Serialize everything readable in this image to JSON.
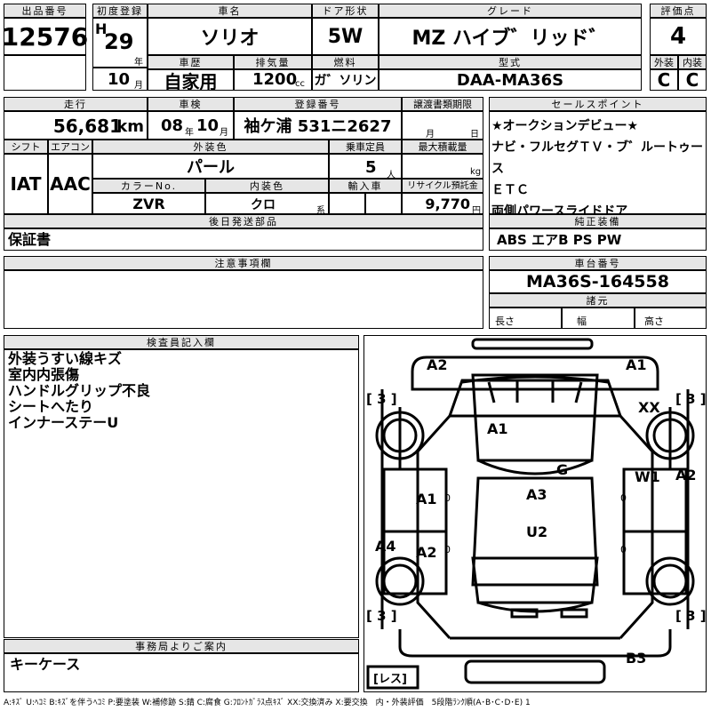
{
  "header": {
    "lot_no_label": "出品番号",
    "lot_no": "12576",
    "first_reg_label": "初度登録",
    "first_reg_era": "H",
    "first_reg_year": "29",
    "year_unit": "年",
    "first_reg_month": "10",
    "month_unit": "月",
    "car_name_label": "車名",
    "car_name": "ソリオ",
    "door_label": "ドア形状",
    "door": "5W",
    "grade_label": "グレード",
    "grade": "MZ ハイブ゛リッド゛",
    "score_label": "評価点",
    "score": "4",
    "history_label": "車歴",
    "history": "自家用",
    "displacement_label": "排気量",
    "displacement": "1200",
    "displacement_unit": "cc",
    "fuel_label": "燃料",
    "fuel": "ガ゛ソリン",
    "model_label": "型式",
    "model": "DAA-MA36S",
    "exterior_label": "外装",
    "exterior_grade": "C",
    "interior_label": "内装",
    "interior_grade": "C"
  },
  "row2": {
    "mileage_label": "走行",
    "mileage": "56,681",
    "mileage_unit": "km",
    "inspection_label": "車検",
    "inspection_year": "08",
    "inspection_year_unit": "年",
    "inspection_month": "10",
    "inspection_month_unit": "月",
    "plate_label": "登録番号",
    "plate": "袖ケ浦 531ニ2627",
    "transfer_label": "譲渡書類期限",
    "transfer_month_unit": "月",
    "transfer_day_unit": "日",
    "shift_label": "シフト",
    "shift": "IAT",
    "ac_label": "エアコン",
    "ac": "AAC",
    "color_label": "外装色",
    "color": "パール",
    "capacity_label": "乗車定員",
    "capacity": "5",
    "capacity_unit": "人",
    "load_label": "最大積載量",
    "load_unit": "kg",
    "color_no_label": "カラーNo.",
    "color_no": "ZVR",
    "int_color_label": "内装色",
    "int_color": "クロ",
    "int_color_unit": "系",
    "import_label": "輸入車",
    "recycle_label": "リサイクル預託金",
    "recycle": "9,770",
    "recycle_unit": "円"
  },
  "sales_points": {
    "label": "セールスポイント",
    "items": [
      "★オークションデビュー★",
      "ナビ・フルセグＴＶ・ブ゛ルートゥース",
      "ＥＴＣ",
      "両側パワースライドドア"
    ]
  },
  "later_items": {
    "label": "後日発送部品",
    "value": "保証書"
  },
  "genuine": {
    "label": "純正装備",
    "value": "ABS エアB PS PW"
  },
  "notes": {
    "label": "注意事項欄"
  },
  "chassis": {
    "label": "車台番号",
    "value": "MA36S-164558"
  },
  "dimensions": {
    "label": "諸元",
    "length": "長さ",
    "width": "幅",
    "height": "高さ"
  },
  "inspector": {
    "label": "検査員記入欄",
    "lines": [
      "外装うすい線キズ",
      "室内内張傷",
      "ハンドルグリップ不良",
      "シートへたり",
      "インナーステーU"
    ]
  },
  "office": {
    "label": "事務局よりご案内",
    "value": "キーケース"
  },
  "diagram": {
    "marks": {
      "front_left": "A2",
      "front_right": "A1",
      "hood": "A1",
      "roof": "A3",
      "tailgate_glass": "U2",
      "windshield": "G",
      "left_front_door": "A1",
      "left_rear_door": "A2",
      "left_rear_quarter": "A4",
      "right_front_door": "W1",
      "right_fender": "A2",
      "right_headlamp": "XX",
      "rear_bumper": "B3",
      "tire_fl": "[ 3 ]",
      "tire_fr": "[ 3 ]",
      "tire_rl": "[ 3 ]",
      "tire_rr": "[ 3 ]",
      "spare": "[レス]",
      "door_small_1": "0",
      "door_small_2": "0",
      "door_small_3": "0",
      "door_small_4": "0"
    }
  },
  "footer": {
    "legend": "A:ｷｽﾞ U:ﾍｺﾐ B:ｷｽﾞを伴うﾍｺﾐ P:要塗装 W:補修跡 S:錆 C:腐食 G:ﾌﾛﾝﾄｶﾞﾗｽ点ｷｽﾞ XX:交換済み X:要交換　内・外装評価　5段階ﾗﾝｸ順(A･B･C･D･E) 1"
  }
}
